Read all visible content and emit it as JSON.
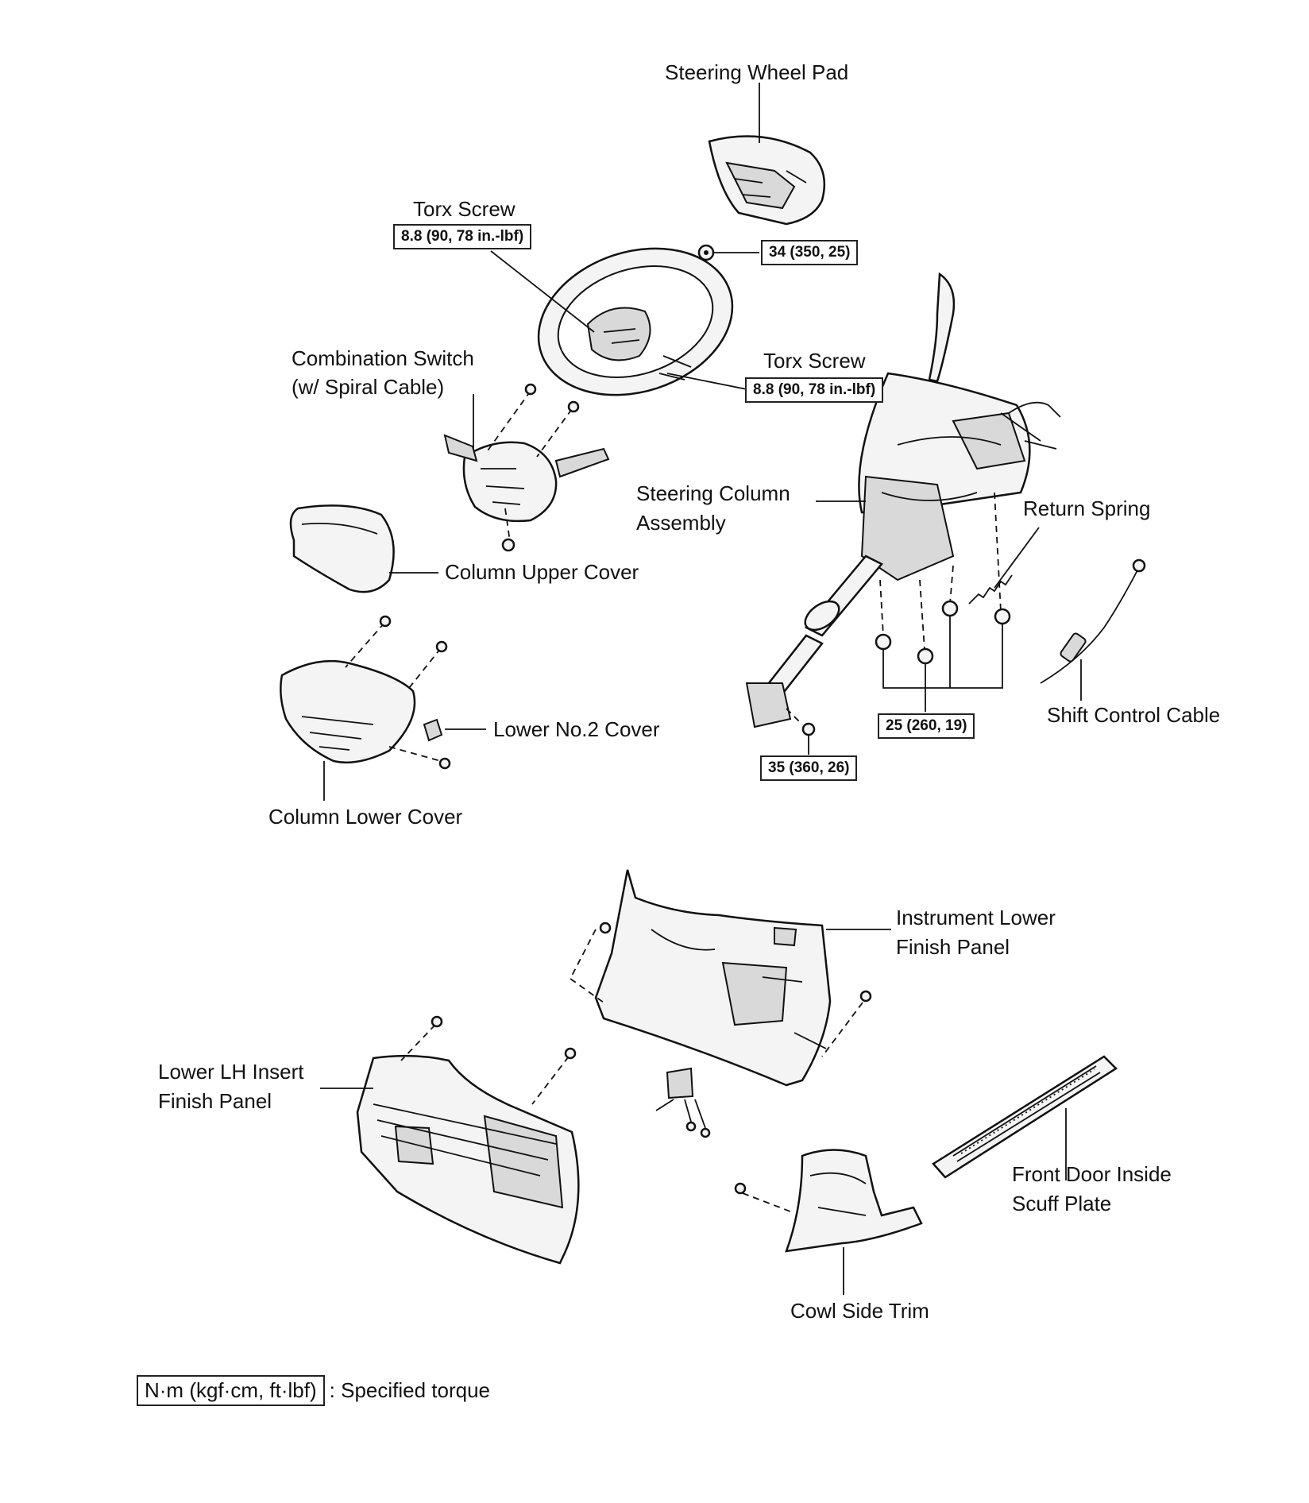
{
  "labels": {
    "steering_wheel_pad": "Steering Wheel Pad",
    "torx_screw_1": "Torx Screw",
    "torx_screw_2": "Torx Screw",
    "combination_switch_line1": "Combination Switch",
    "combination_switch_line2": "(w/ Spiral Cable)",
    "steering_column_line1": "Steering Column",
    "steering_column_line2": "Assembly",
    "return_spring": "Return Spring",
    "column_upper_cover": "Column Upper Cover",
    "lower_no2_cover": "Lower No.2 Cover",
    "shift_control_cable": "Shift Control Cable",
    "column_lower_cover": "Column Lower Cover",
    "instrument_lower_line1": "Instrument Lower",
    "instrument_lower_line2": "Finish Panel",
    "lower_lh_insert_line1": "Lower LH Insert",
    "lower_lh_insert_line2": "Finish Panel",
    "front_door_scuff_line1": "Front Door Inside",
    "front_door_scuff_line2": "Scuff Plate",
    "cowl_side_trim": "Cowl Side Trim"
  },
  "torques": {
    "torx_1": "8.8 (90, 78 in.-lbf)",
    "torx_2": "8.8 (90, 78 in.-lbf)",
    "pad_nut": "34 (350, 25)",
    "column_nuts": "25 (260, 19)",
    "joint_bolt": "35 (360, 26)"
  },
  "legend": {
    "unit_box": "N·m (kgf·cm, ft·lbf)",
    "text": ": Specified torque"
  }
}
